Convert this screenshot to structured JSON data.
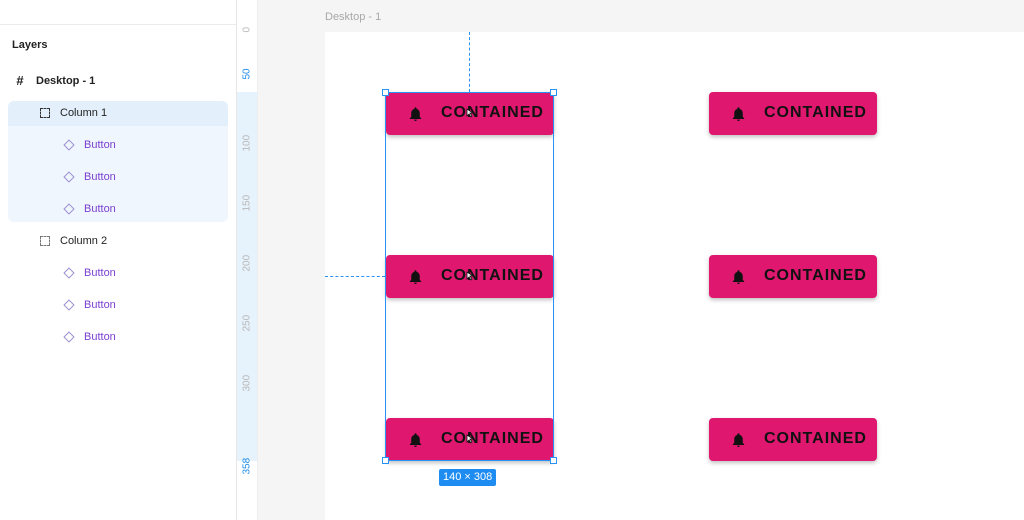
{
  "layers_panel": {
    "title": "Layers",
    "items": [
      {
        "name": "Desktop - 1",
        "icon": "frame-icon"
      },
      {
        "name": "Column 1",
        "icon": "group-icon",
        "selected": true
      },
      {
        "name": "Button",
        "icon": "component-icon"
      },
      {
        "name": "Button",
        "icon": "component-icon"
      },
      {
        "name": "Button",
        "icon": "component-icon"
      },
      {
        "name": "Column 2",
        "icon": "group-icon"
      },
      {
        "name": "Button",
        "icon": "component-icon"
      },
      {
        "name": "Button",
        "icon": "component-icon"
      },
      {
        "name": "Button",
        "icon": "component-icon"
      }
    ]
  },
  "ruler": {
    "ticks": [
      "0",
      "50",
      "100",
      "150",
      "200",
      "250",
      "300",
      "358"
    ]
  },
  "canvas": {
    "frame_label": "Desktop - 1",
    "selection_size": "140 × 308",
    "buttons": [
      {
        "label": "CONTAINED",
        "icon": "bell-icon"
      },
      {
        "label": "CONTAINED",
        "icon": "bell-icon"
      },
      {
        "label": "CONTAINED",
        "icon": "bell-icon"
      },
      {
        "label": "CONTAINED",
        "icon": "bell-icon"
      },
      {
        "label": "CONTAINED",
        "icon": "bell-icon"
      },
      {
        "label": "CONTAINED",
        "icon": "bell-icon"
      }
    ]
  },
  "colors": {
    "button_bg": "#e0176f",
    "selection_blue": "#2a91f5",
    "layer_component_text": "#7b3fd0"
  }
}
